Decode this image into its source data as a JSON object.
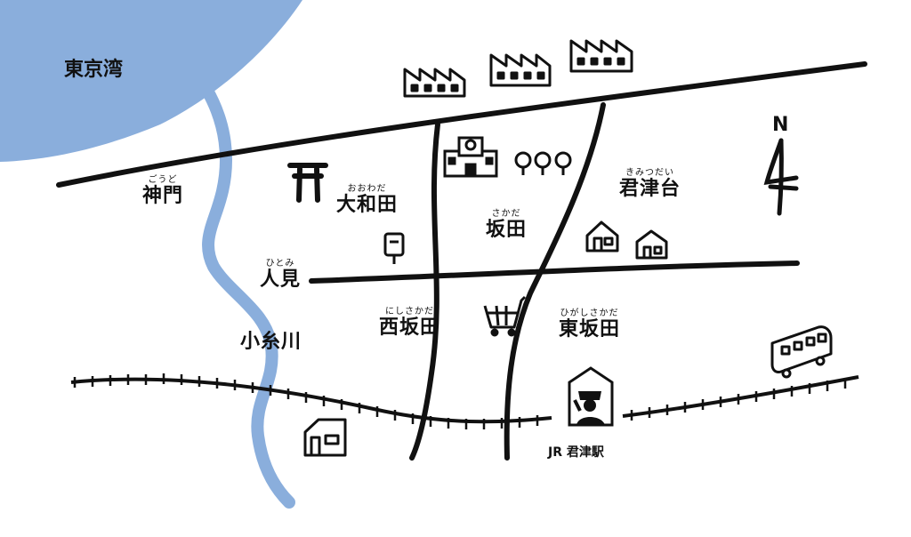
{
  "map": {
    "bay_label": "東京湾",
    "river_label": "小糸川",
    "north_label": "N",
    "station_label": "JR 君津駅",
    "areas": [
      {
        "id": "goudo",
        "ruby": "ごうど",
        "name": "神門"
      },
      {
        "id": "oowada",
        "ruby": "おおわだ",
        "name": "大和田"
      },
      {
        "id": "sakata",
        "ruby": "さかだ",
        "name": "坂田"
      },
      {
        "id": "kimitsudai",
        "ruby": "きみつだい",
        "name": "君津台"
      },
      {
        "id": "hitomi",
        "ruby": "ひとみ",
        "name": "人見"
      },
      {
        "id": "nishisakata",
        "ruby": "にしさかだ",
        "name": "西坂田"
      },
      {
        "id": "higashisakata",
        "ruby": "ひがしさかだ",
        "name": "東坂田"
      }
    ],
    "icons": [
      "factory-icon",
      "factory-icon",
      "factory-icon",
      "school-icon",
      "tree-icon",
      "torii-gate-icon",
      "post-box-icon",
      "house-icon",
      "house-icon",
      "shopping-cart-icon",
      "train-icon",
      "station-attendant-icon",
      "house-icon",
      "north-arrow-icon"
    ],
    "colors": {
      "water": "#8aaedc",
      "line": "#111111",
      "background": "#ffffff"
    }
  }
}
